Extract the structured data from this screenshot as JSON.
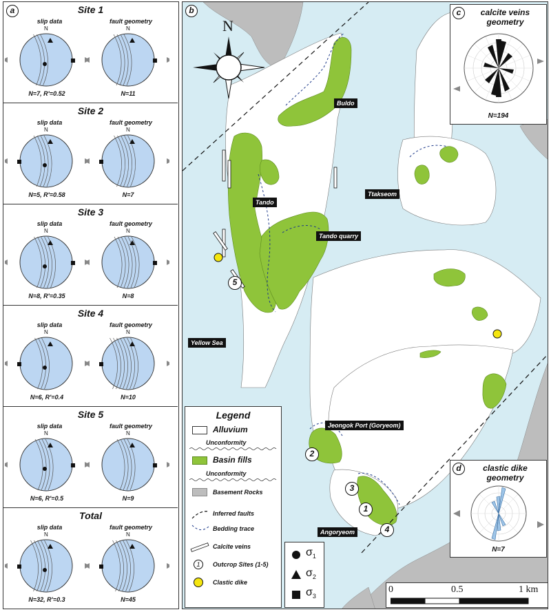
{
  "panel_a": {
    "letter": "a",
    "col_slip": "slip data",
    "col_fault": "fault geometry",
    "north": "N",
    "sites": [
      {
        "title": "Site 1",
        "slip_stat": "N=7, R'=0.52",
        "fault_stat": "N=11"
      },
      {
        "title": "Site 2",
        "slip_stat": "N=5, R'=0.58",
        "fault_stat": "N=7"
      },
      {
        "title": "Site 3",
        "slip_stat": "N=8, R'=0.35",
        "fault_stat": "N=8"
      },
      {
        "title": "Site 4",
        "slip_stat": "N=6, R'=0.4",
        "fault_stat": "N=10"
      },
      {
        "title": "Site 5",
        "slip_stat": "N=6, R'=0.5",
        "fault_stat": "N=9"
      },
      {
        "title": "Total",
        "slip_stat": "N=32, R'=0.3",
        "fault_stat": "N=45"
      }
    ]
  },
  "panel_b": {
    "letter": "b",
    "north": "N",
    "labels": {
      "buldo": "Buldo",
      "tando": "Tando",
      "tando_quarry": "Tando quarry",
      "ttakseom": "Ttakseom",
      "yellow_sea": "Yellow Sea",
      "jeongok": "Jeongok Port (Goryeom)",
      "angoryeom": "Angoryeom"
    },
    "sites": [
      "1",
      "2",
      "3",
      "4",
      "5"
    ],
    "colors": {
      "sea": "#d6ecf3",
      "basin": "#8fc43a",
      "basement": "#bdbdbd",
      "alluvium": "#ffffff",
      "dike": "#f5e60f"
    }
  },
  "legend": {
    "title": "Legend",
    "alluvium": "Alluvium",
    "unconformity": "Unconformity",
    "basin_fills": "Basin fills",
    "basement": "Basement Rocks",
    "faults": "Inferred faults",
    "bedding": "Bedding trace",
    "veins": "Calcite veins",
    "outcrop": "Outcrop Sites (1-5)",
    "outcrop_symbol": "1",
    "dike": "Clastic dike"
  },
  "sigma": {
    "s1": "σ",
    "s1_sub": "1",
    "s2": "σ",
    "s2_sub": "2",
    "s3": "σ",
    "s3_sub": "3"
  },
  "panel_c": {
    "letter": "c",
    "title_line1": "calcite veins",
    "title_line2": "geometry",
    "stat": "N=194"
  },
  "panel_d": {
    "letter": "d",
    "title_line1": "clastic dike",
    "title_line2": "geometry",
    "stat": "N=7"
  },
  "scale": {
    "zero": "0",
    "half": "0.5",
    "one": "1 km"
  }
}
